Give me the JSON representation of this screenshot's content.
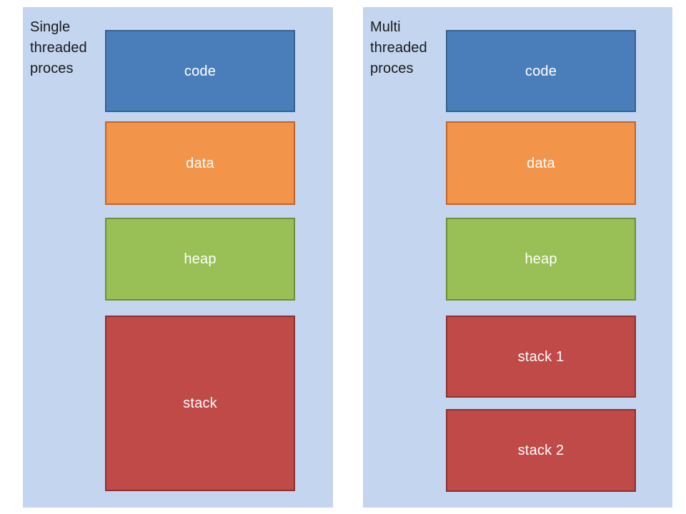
{
  "diagram": {
    "title_colors": {
      "panel_background": "#c3d5ef",
      "page_background": "#ffffff",
      "code_fill": "#4a7ebb",
      "code_border": "#36618e",
      "data_fill": "#f2954b",
      "data_border": "#c0642a",
      "heap_fill": "#98c056",
      "heap_border": "#6e8f36",
      "stack_fill": "#bf4a47",
      "stack_border": "#8c3230",
      "label_text": "#1a1a1a",
      "segment_text": "#ffffff"
    },
    "panels": [
      {
        "label": "Single\nthreaded\nproces",
        "segments": [
          {
            "label": "code"
          },
          {
            "label": "data"
          },
          {
            "label": "heap"
          },
          {
            "label": "stack"
          }
        ]
      },
      {
        "label": "Multi\nthreaded\nproces",
        "segments": [
          {
            "label": "code"
          },
          {
            "label": "data"
          },
          {
            "label": "heap"
          },
          {
            "label": "stack 1"
          },
          {
            "label": "stack 2"
          }
        ]
      }
    ]
  }
}
